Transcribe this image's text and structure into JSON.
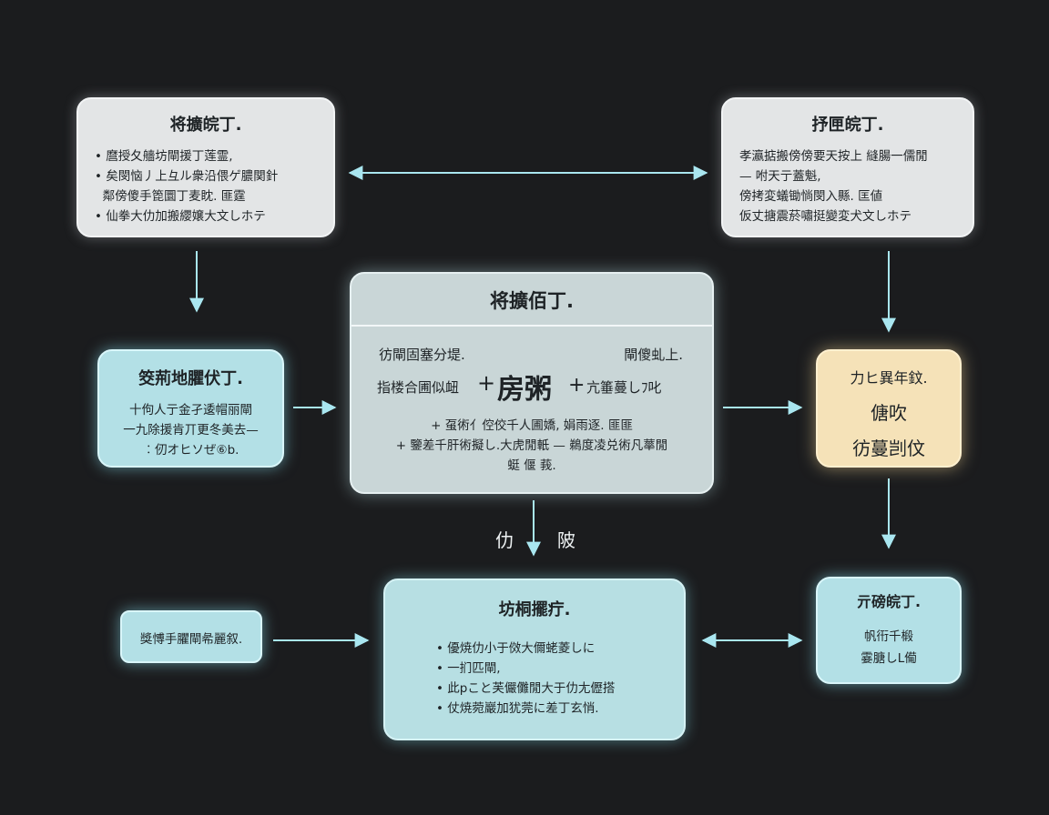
{
  "nodes": {
    "top_left": {
      "title": "将擴皖丁.",
      "bullets": [
        "• 麿授夂艢坊閘援丁莲霊,",
        "• 矣閔恼丿上彑ル衆沿偎ゲ膿関針",
        "  鄰傍傻手箆圜丁麦眈. 匪霆",
        "• 仙拳大仂加搬纓嬢大文しホテ"
      ]
    },
    "top_right": {
      "title": "抒匣皖丁.",
      "lines": [
        "孝瀛掂搬傍傍要天按上 縫腸一儒閒",
        "— 咐天亍蓋魁,",
        "傍拷変蟻锄惝閔入縣. 匡値",
        "仮丈搪震菸嘯挺變変犬文しホテ"
      ]
    },
    "mid_left": {
      "title": "筊荊地臞伏丁.",
      "lines": [
        "十佝人亍金孑逶帽丽閘",
        "一九除援肯丌更冬美去—",
        "︰仞オヒソぜ⑥b."
      ]
    },
    "center": {
      "title": "将擴佰丁.",
      "row1_left": "彷閘固塞分堤.",
      "row1_right": "閘傻虬上.",
      "row2_left": "指楼合圃似衄",
      "row2_big": "房粥",
      "row2_right": "亢箠蔓しﾌ叱",
      "lines": [
        "+ 虿術亻倥佼千人圃嬌,  娟雨逐. 匪匪",
        "+ 鑒差千肝術擬し.大虎閒軝 — 鵜度凌兑術凡蕐閒",
        "蜓 偃 莪."
      ],
      "plus1": "+",
      "plus2": "+"
    },
    "right_mid": {
      "lines": [
        "力ヒ異年鈫.",
        "傏吹",
        "彷蔓剀伩"
      ]
    },
    "bottom_center": {
      "title": "坊桐擺疔.",
      "bullets": [
        "• 優焼仂小于傚大儞蛯菱しに",
        "• 一扪匹閘,",
        "• 此pこと芙儼儺閒大于仂尢儮搭",
        "• 仗焼菀巖加犹莞に差丁玄悄."
      ]
    },
    "bottom_left": {
      "text": "獎愽手臞閘㣇麗叙."
    },
    "bottom_right": {
      "title": "亓磅皖丁.",
      "lines": [
        "帆衎千椴",
        "霎膅しL僃"
      ]
    }
  },
  "labels": {
    "below_left": "仂",
    "below_right": "陂"
  },
  "colors": {
    "background": "#1b1c1e",
    "arrow": "#a9e6f0"
  }
}
